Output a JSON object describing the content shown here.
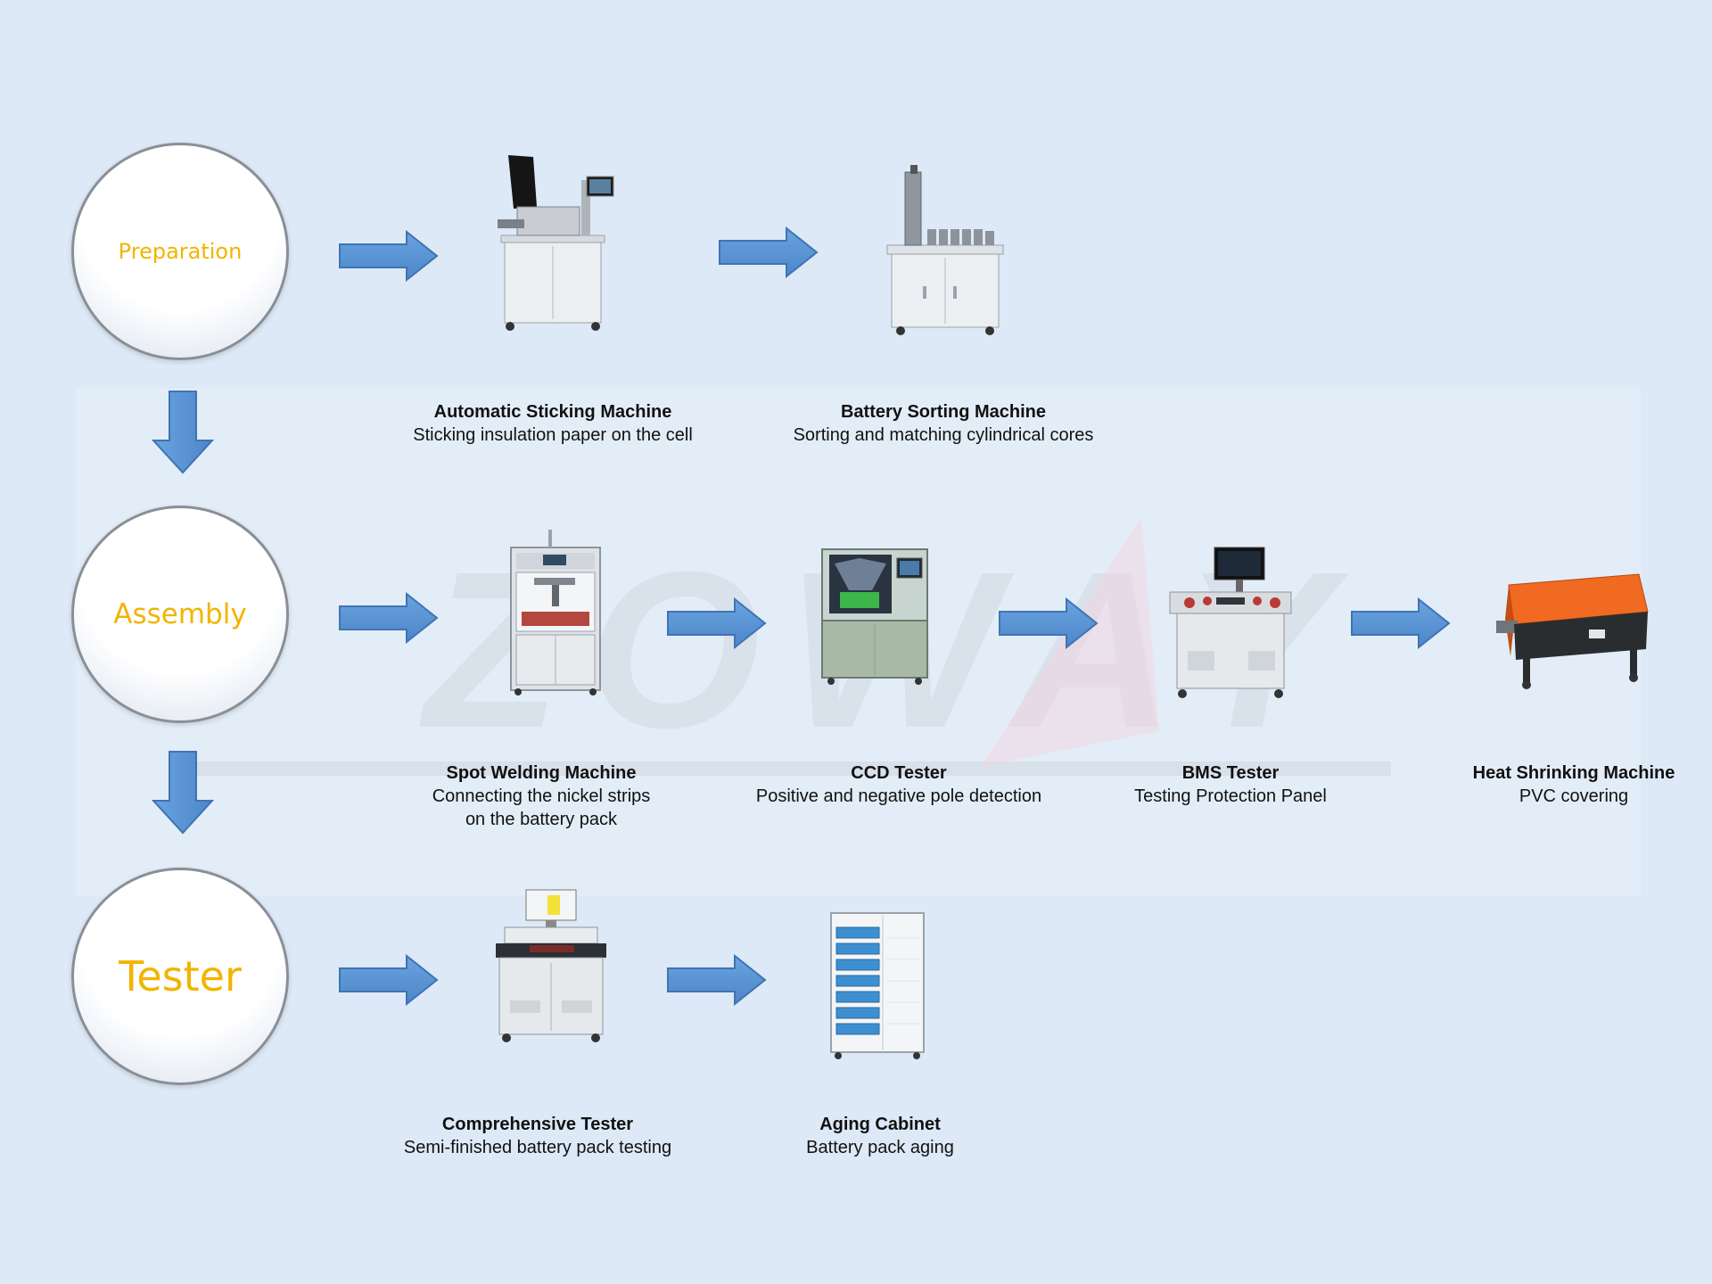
{
  "brand": {
    "watermark": "ZOWAY"
  },
  "colors": {
    "background": "#dde9f6",
    "arrow": "#5b93d3",
    "arrow_stroke": "#3f74b3",
    "stage_text": "#f2b400"
  },
  "stages": [
    {
      "label": "Preparation"
    },
    {
      "label": "Assembly"
    },
    {
      "label": "Tester"
    }
  ],
  "machines": [
    {
      "title": "Automatic Sticking Machine",
      "desc": "Sticking insulation paper on the cell"
    },
    {
      "title": "Battery Sorting Machine",
      "desc": "Sorting and matching cylindrical cores"
    },
    {
      "title": "Spot Welding Machine",
      "desc_lines": [
        "Connecting the nickel strips",
        "on the battery pack"
      ]
    },
    {
      "title": "CCD Tester",
      "desc": "Positive and negative pole detection"
    },
    {
      "title": "BMS Tester",
      "desc": "Testing Protection Panel"
    },
    {
      "title": "Heat Shrinking Machine",
      "desc": "PVC covering"
    },
    {
      "title": "Comprehensive Tester",
      "desc": "Semi-finished battery pack testing"
    },
    {
      "title": "Aging Cabinet",
      "desc": "Battery pack aging"
    }
  ]
}
